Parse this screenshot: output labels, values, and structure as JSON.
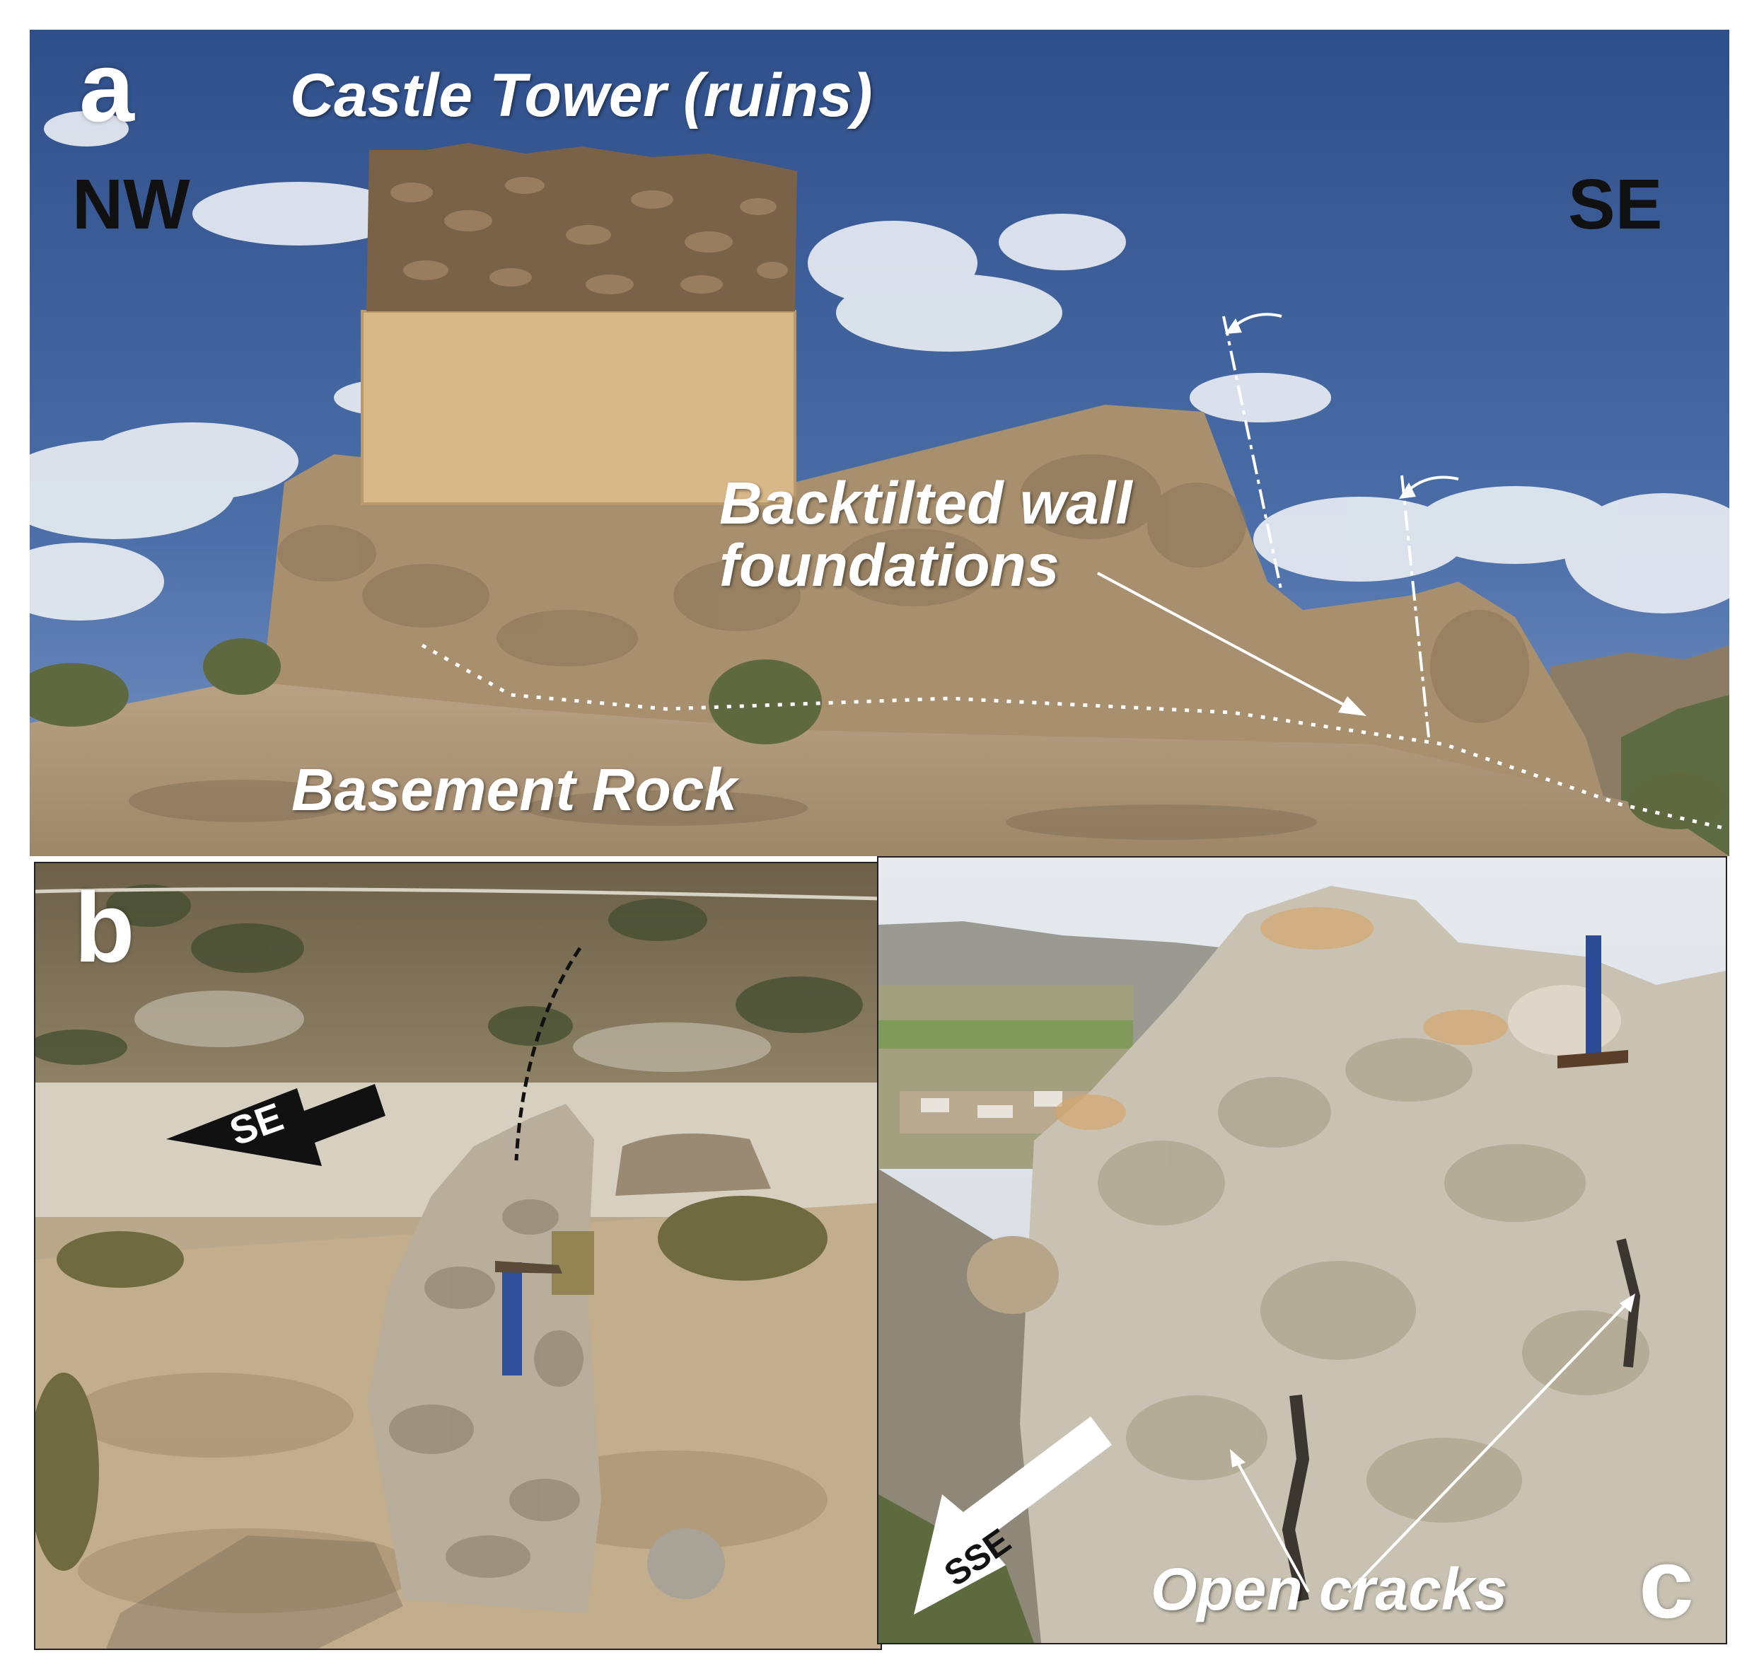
{
  "panel_a": {
    "label": "a",
    "title": "Castle Tower (ruins)",
    "dir_left": "NW",
    "dir_right": "SE",
    "wall_label": "Backtilted wall foundations",
    "basement_label": "Basement Rock"
  },
  "panel_b": {
    "label": "b",
    "arrow_label": "SE"
  },
  "panel_c": {
    "label": "c",
    "arrow_label": "SSE",
    "cracks_label": "Open cracks"
  }
}
